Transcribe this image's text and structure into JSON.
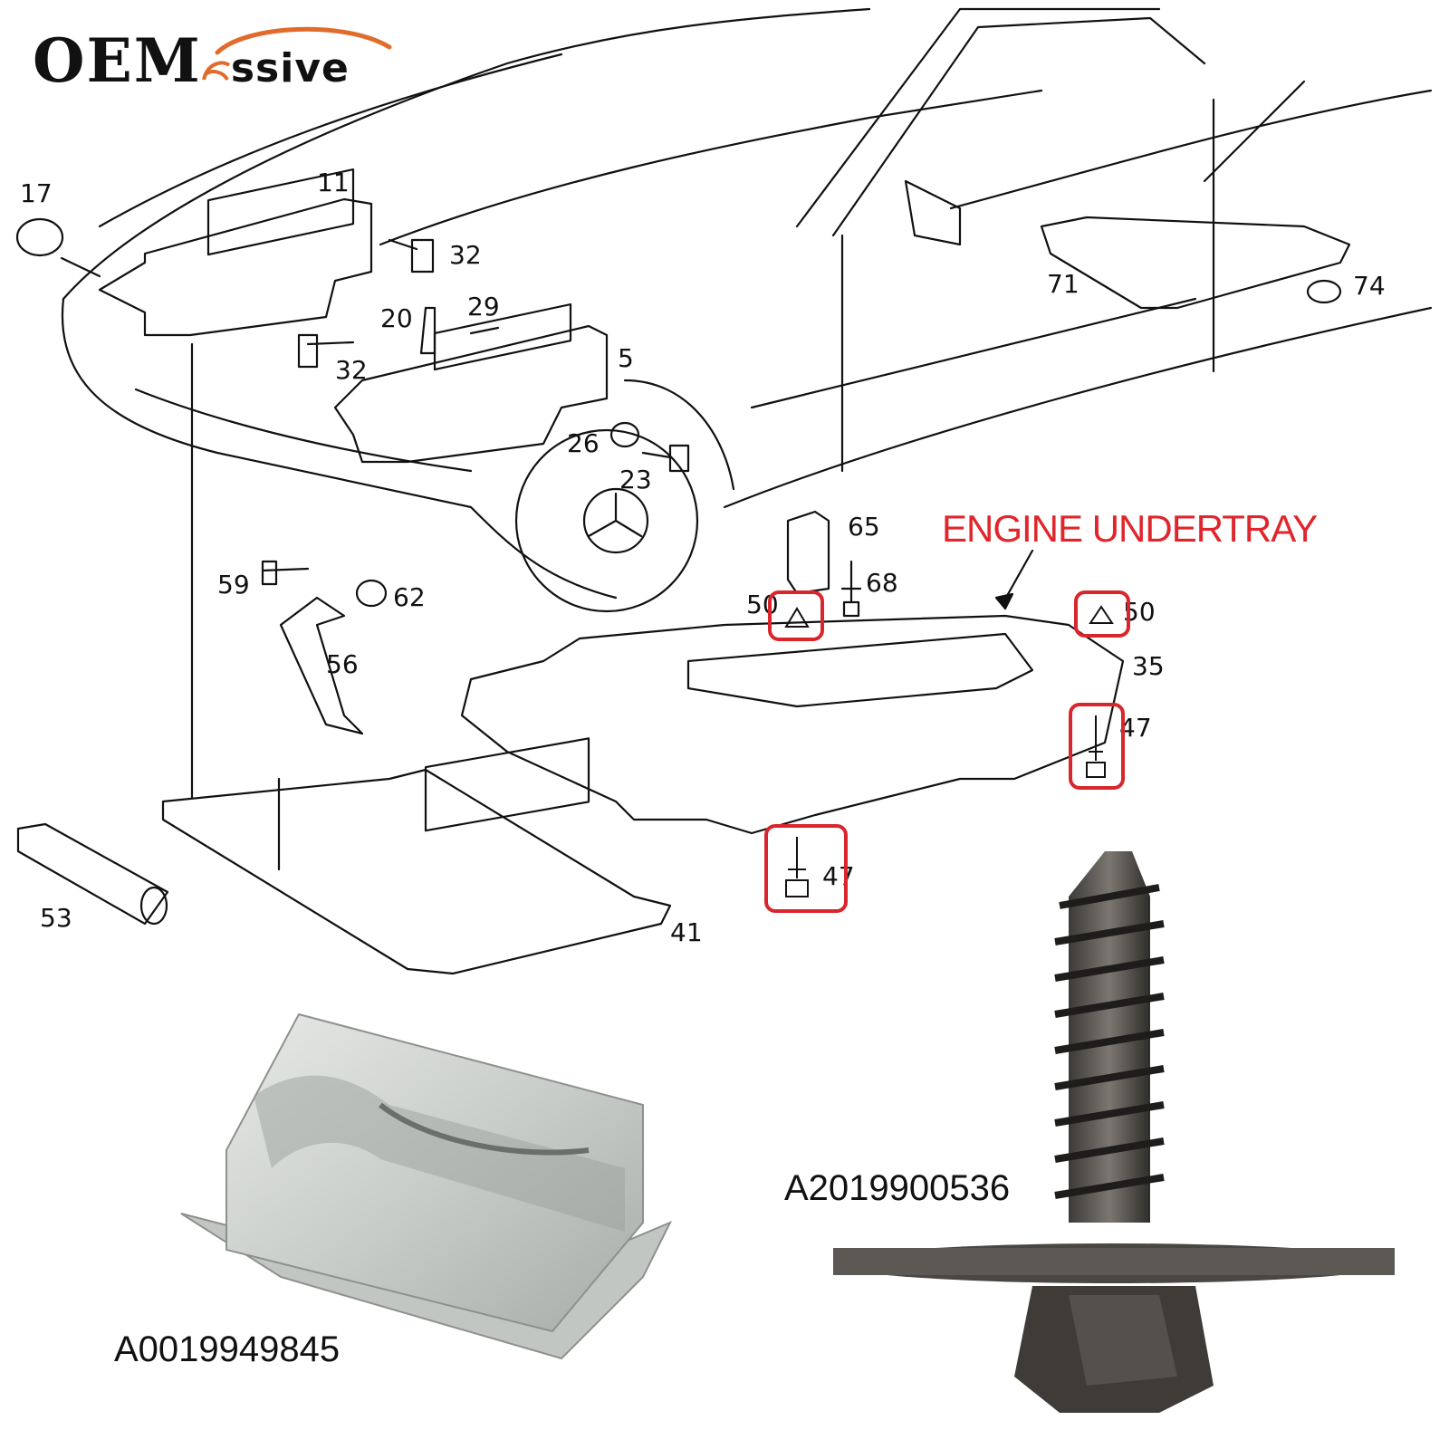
{
  "logo": {
    "prefix": "OEM",
    "suffix": "ssive",
    "accent_color": "#e06b2a"
  },
  "diagram": {
    "callout_title": "ENGINE UNDERTRAY",
    "callout_color": "#e0262c",
    "labels": {
      "n17": "17",
      "n11": "11",
      "n32a": "32",
      "n32b": "32",
      "n20": "20",
      "n29": "29",
      "n5": "5",
      "n26": "26",
      "n23": "23",
      "n71": "71",
      "n74": "74",
      "n65": "65",
      "n68": "68",
      "n50a": "50",
      "n50b": "50",
      "n35": "35",
      "n47a": "47",
      "n47b": "47",
      "n59": "59",
      "n62": "62",
      "n56": "56",
      "n53": "53",
      "n41": "41"
    }
  },
  "products": {
    "clip_part_number": "A0019949845",
    "screw_part_number": "A2019900536"
  }
}
